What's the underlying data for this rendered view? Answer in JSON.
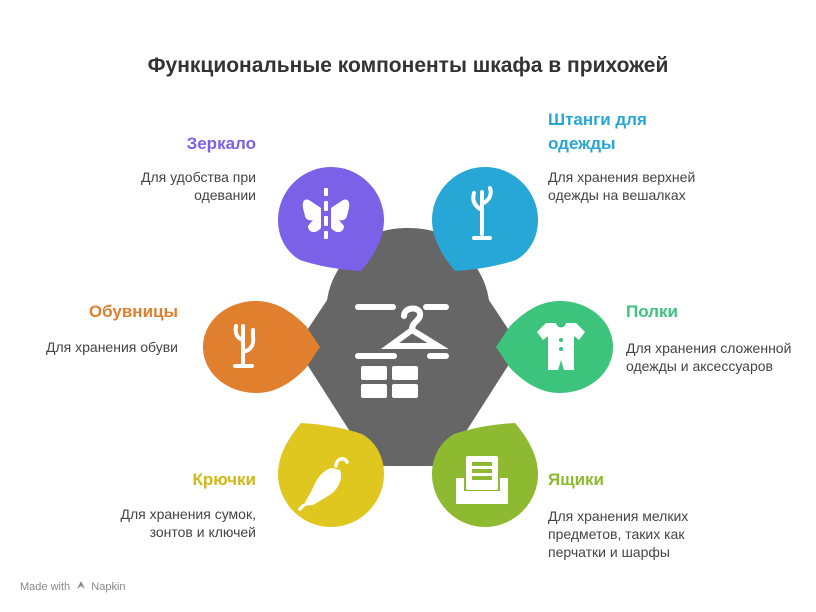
{
  "title": "Функциональные компоненты шкафа в прихожей",
  "items": [
    {
      "label": "Зеркало",
      "desc": "Для удобства при одевании",
      "color": "#7b60e8",
      "icon": "butterfly-icon"
    },
    {
      "label": "Штанги для одежды",
      "desc": "Для хранения верхней одежды на вешалках",
      "color": "#26a7d6",
      "icon": "coat-rack-icon"
    },
    {
      "label": "Обувницы",
      "desc": "Для хранения обуви",
      "color": "#e07f2d",
      "icon": "rack-icon"
    },
    {
      "label": "Полки",
      "desc": "Для хранения сложенной одежды и аксессуаров",
      "color": "#3cc47c",
      "icon": "onesie-icon"
    },
    {
      "label": "Крючки",
      "desc": "Для хранения сумок, зонтов и ключей",
      "color": "#dfc720",
      "icon": "umbrella-icon"
    },
    {
      "label": "Ящики",
      "desc": "Для хранения мелких предметов, таких как перчатки и шарфы",
      "color": "#8dba30",
      "icon": "file-tray-icon"
    }
  ],
  "center": {
    "color": "#666666",
    "icon": "wardrobe-icon"
  },
  "footer": {
    "made_with": "Made with",
    "brand": "Napkin"
  }
}
